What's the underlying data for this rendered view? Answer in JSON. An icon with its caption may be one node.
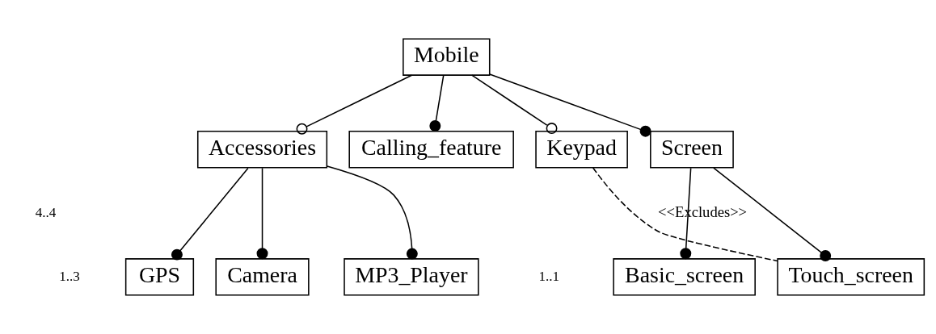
{
  "diagram": {
    "nodes": [
      {
        "text": [
          "Mobile"
        ]
      },
      {
        "text": [
          "Accessories"
        ]
      },
      {
        "text": [
          "Calling_feature"
        ]
      },
      {
        "text": [
          "Keypad"
        ]
      },
      {
        "text": [
          "Screen"
        ]
      },
      {
        "text": [
          "GPS"
        ]
      },
      {
        "text": [
          "Camera"
        ]
      },
      {
        "text": [
          "MP3_Player"
        ]
      },
      {
        "text": [
          "Basic_screen"
        ]
      },
      {
        "text": [
          "Touch_screen"
        ]
      }
    ],
    "edges": [
      {
        "from": 0,
        "to": 1,
        "arrow": "other"
      },
      {
        "from": 0,
        "to": 2,
        "arrow": "other"
      },
      {
        "from": 0,
        "to": 3,
        "arrow": "other"
      },
      {
        "from": 0,
        "to": 4,
        "arrow": "other"
      },
      {
        "from": 1,
        "to": 5,
        "arrow": "other"
      },
      {
        "from": 1,
        "to": 6,
        "arrow": "other"
      },
      {
        "from": 1,
        "to": 7,
        "arrow": "other"
      },
      {
        "from": 4,
        "to": 8,
        "arrow": "other"
      },
      {
        "from": 4,
        "to": 9,
        "arrow": "other"
      },
      {
        "from": 3,
        "to": 9,
        "arrow": "none",
        "style": "dashed",
        "label": "<<Excludes>>"
      }
    ],
    "labels": [
      "4..4",
      "1..3",
      "1..1"
    ]
  }
}
